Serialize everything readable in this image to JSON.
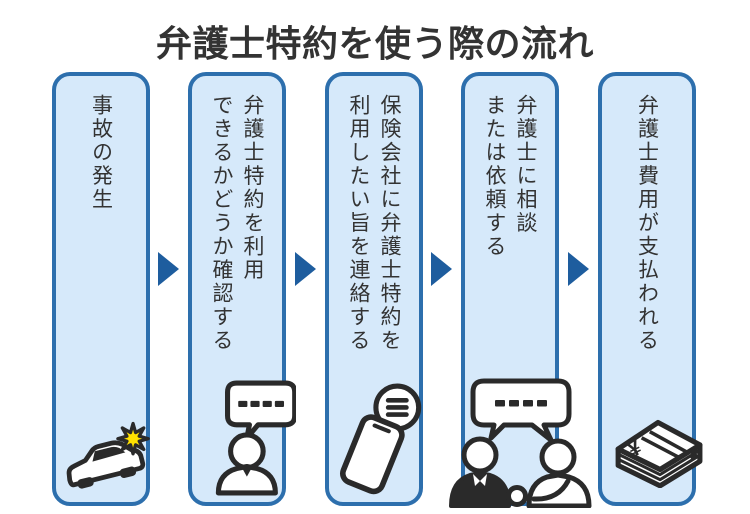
{
  "title": "弁護士特約を使う際の流れ",
  "steps": [
    {
      "label": "事故の発生",
      "icon": "car-crash-icon"
    },
    {
      "label": "弁護士特約を利用\nできるかどうか確認する",
      "icon": "person-speech-bubble-icon"
    },
    {
      "label": "保険会社に弁護士特約を\n利用したい旨を連絡する",
      "icon": "smartphone-message-icon"
    },
    {
      "label": "弁護士に相談\nまたは依頼する",
      "icon": "conversation-icon"
    },
    {
      "label": "弁護士費用が支払われる",
      "icon": "money-stack-icon"
    }
  ],
  "icons": {
    "yen_symbol": "¥"
  },
  "colors": {
    "background": "#ffffff",
    "box_fill": "#d6e9fa",
    "box_border": "#2d6fad",
    "arrow": "#1e5d9e",
    "text": "#333333",
    "icon_outline": "#2a2a2a",
    "crash_star": "#ffe100"
  }
}
